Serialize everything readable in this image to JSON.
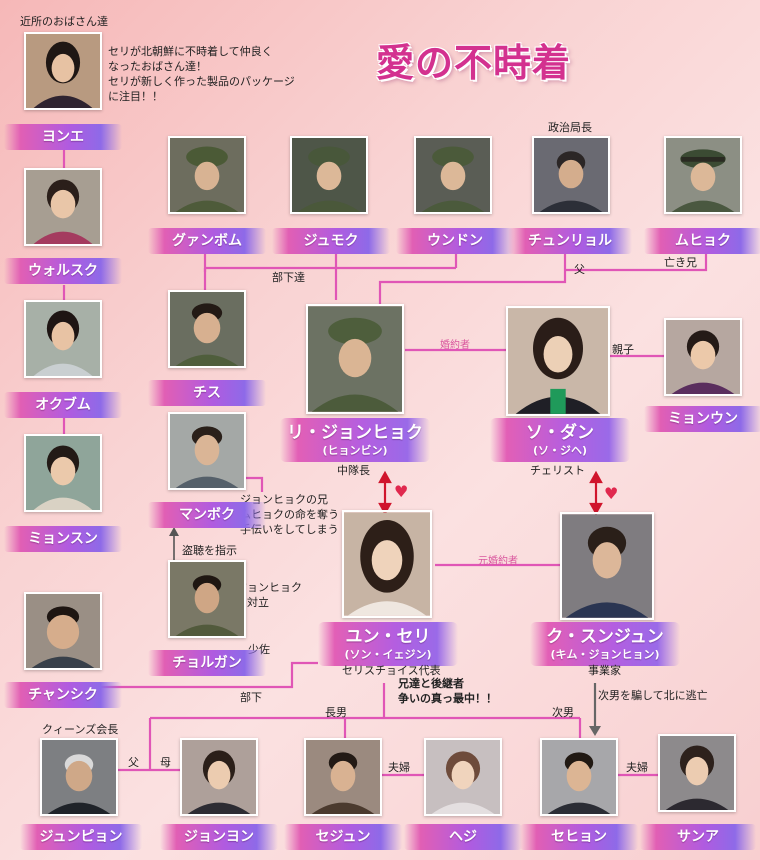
{
  "title": "愛の不時着",
  "notes": {
    "neighbors": "セリが北朝鮮に不時着して仲良く\nなったおばさん達！\nセリが新しく作った製品のパッケージ\nに注目！！",
    "neighbors_group": "近所のおばさん達",
    "manbok": "ジョンヒョクの兄\nムヒョクの命を奪う\n手伝いをしてしまう",
    "cheolgang": "ジョンヒョク\nと対立",
    "seri_extra": "兄達と後継者\n争いの真っ最中！！",
    "wiretap": "盗聴を指示",
    "politburo": "政治局長",
    "queens_chair": "クィーンズ会長"
  },
  "relations": {
    "subordinates": "部下達",
    "fiance": "婚約者",
    "parent_child": "親子",
    "father": "父",
    "late_brother": "亡き兄",
    "ex_fiance": "元婚約者",
    "subordinate": "部下",
    "eldest_son": "長男",
    "second_son": "次男",
    "couple1": "夫婦",
    "couple2": "夫婦",
    "father2": "父",
    "mother": "母",
    "flee": "次男を騙して北に逃亡"
  },
  "people": [
    {
      "key": "yone",
      "name": "ヨンエ"
    },
    {
      "key": "wolsuk",
      "name": "ウォルスク"
    },
    {
      "key": "okgeum",
      "name": "オクブム"
    },
    {
      "key": "myeongsun",
      "name": "ミョンスン"
    },
    {
      "key": "gwangbeom",
      "name": "グァンボム"
    },
    {
      "key": "jumeok",
      "name": "ジュモク"
    },
    {
      "key": "eundong",
      "name": "ウンドン"
    },
    {
      "key": "chungryeol",
      "name": "チュンリョル"
    },
    {
      "key": "muhyeok",
      "name": "ムヒョク"
    },
    {
      "key": "chisu",
      "name": "チス"
    },
    {
      "key": "manbok",
      "name": "マンボク"
    },
    {
      "key": "cheolgang",
      "name": "チョルガン"
    },
    {
      "key": "changsik",
      "name": "チャンシク"
    },
    {
      "key": "myeongeun",
      "name": "ミョンウン"
    },
    {
      "key": "junpyeon",
      "name": "ジュンピョン"
    },
    {
      "key": "jongyeon",
      "name": "ジョンヨン"
    },
    {
      "key": "sejun",
      "name": "セジュン"
    },
    {
      "key": "hyeji",
      "name": "ヘジ"
    },
    {
      "key": "sehyeong",
      "name": "セヒョン"
    },
    {
      "key": "sana",
      "name": "サンア"
    }
  ],
  "leads": {
    "jeonghyeok": {
      "name": "リ・ジョンヒョク",
      "actor": "(ヒョンビン)",
      "role": "中隊長"
    },
    "dan": {
      "name": "ソ・ダン",
      "actor": "(ソ・ジヘ)",
      "role": "チェリスト"
    },
    "seri": {
      "name": "ユン・セリ",
      "actor": "(ソン・イェジン)",
      "role": "セリスチョイス代表"
    },
    "seungjun": {
      "name": "ク・スンジュン",
      "actor": "(キム・ジョンヒョン)",
      "role": "事業家"
    }
  },
  "ranks": {
    "cheolgang": "少佐"
  },
  "colors": {
    "line": "#e056b6",
    "title": "#d3318f",
    "heart": "#e0284e",
    "arrow": "#d0152c",
    "flee_arrow": "#666666"
  }
}
